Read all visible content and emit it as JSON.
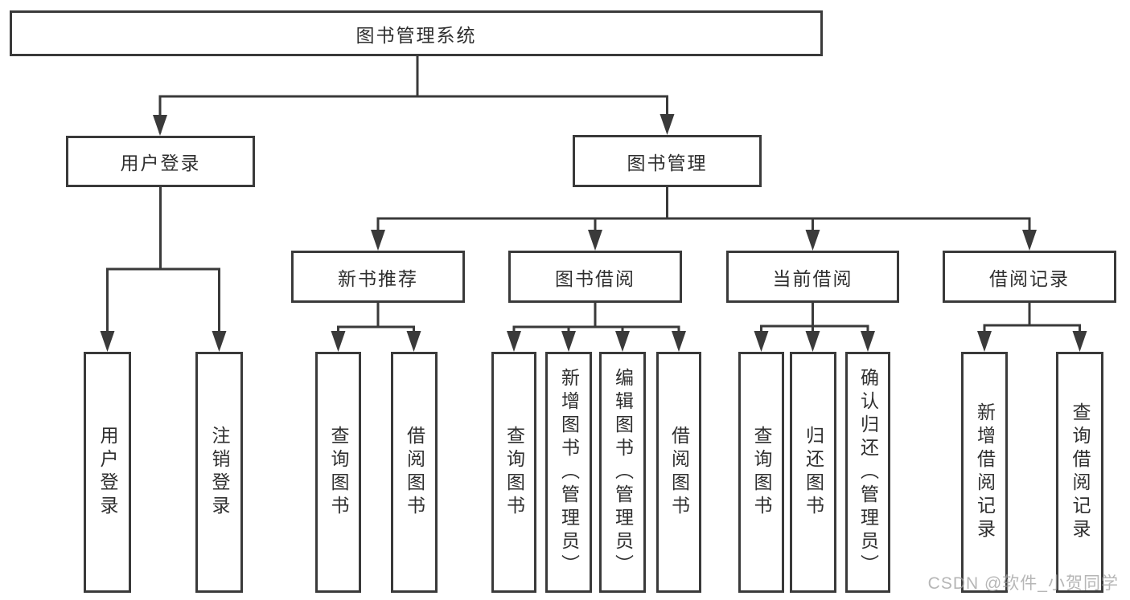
{
  "nodes": {
    "root": "图书管理系统",
    "user_login": "用户登录",
    "book_management": "图书管理",
    "new_book_recommendation": "新书推荐",
    "book_borrowing": "图书借阅",
    "current_borrowing": "当前借阅",
    "borrowing_records": "借阅记录",
    "leaf_user_login": "用户登录",
    "leaf_logout": "注销登录",
    "leaf_query_books_1": "查询图书",
    "leaf_borrow_books_1": "借阅图书",
    "leaf_query_books_2": "查询图书",
    "leaf_add_book_admin": "新增图书（管理员）",
    "leaf_edit_book_admin": "编辑图书（管理员）",
    "leaf_borrow_books_2": "借阅图书",
    "leaf_query_books_3": "查询图书",
    "leaf_return_books": "归还图书",
    "leaf_confirm_return_admin": "确认归还（管理员）",
    "leaf_add_borrow_record": "新增借阅记录",
    "leaf_query_borrow_record": "查询借阅记录"
  },
  "watermark": {
    "text": "CSDN @软件_小贺同学"
  },
  "colors": {
    "line": "#3a3a3a",
    "text": "#2f2f2f",
    "watermark": "#9e9e9e",
    "background": "#ffffff"
  }
}
